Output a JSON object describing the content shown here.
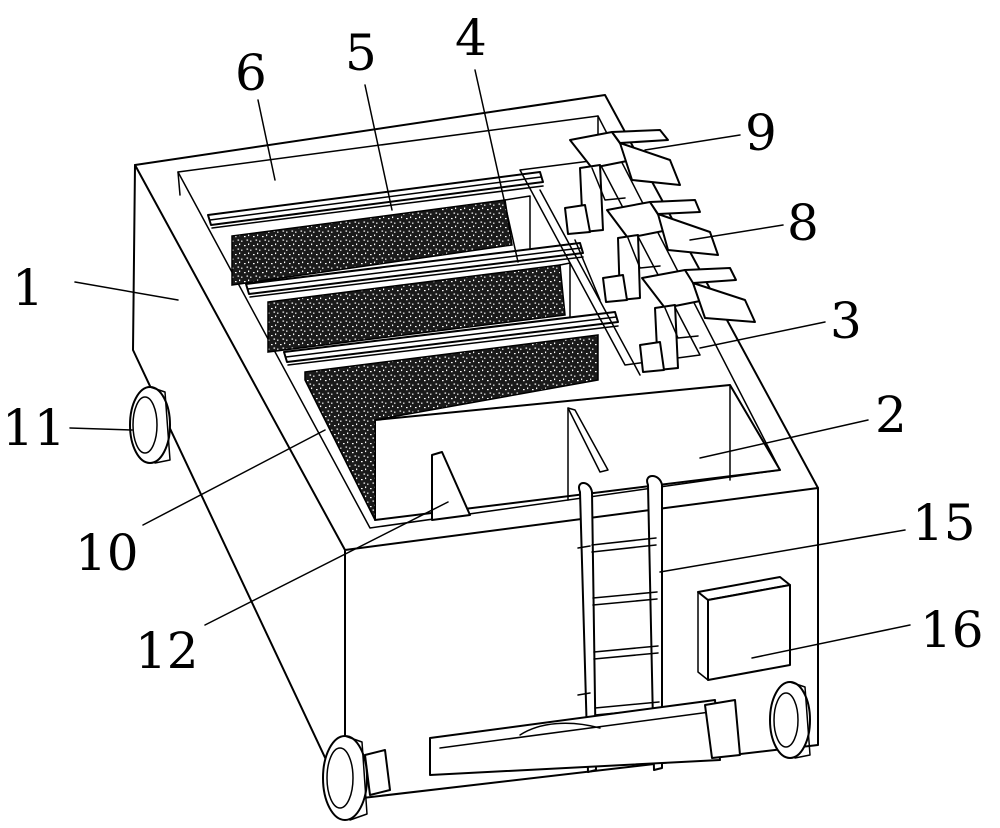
{
  "figure": {
    "colors": {
      "line": "#000000",
      "background": "#ffffff",
      "filter_fill": "#1a1a1a",
      "filter_speckle": "#ffffff"
    },
    "callouts": [
      {
        "id": "part-1-callout",
        "text": "1"
      },
      {
        "id": "part-2-callout",
        "text": "2"
      },
      {
        "id": "part-3-callout",
        "text": "3"
      },
      {
        "id": "part-4-callout",
        "text": "4"
      },
      {
        "id": "part-5-callout",
        "text": "5"
      },
      {
        "id": "part-6-callout",
        "text": "6"
      },
      {
        "id": "part-8-callout",
        "text": "8"
      },
      {
        "id": "part-9-callout",
        "text": "9"
      },
      {
        "id": "part-10-callout",
        "text": "10"
      },
      {
        "id": "part-11-callout",
        "text": "11"
      },
      {
        "id": "part-12-callout",
        "text": "12"
      },
      {
        "id": "part-15-callout",
        "text": "15"
      },
      {
        "id": "part-16-callout",
        "text": "16"
      }
    ]
  }
}
